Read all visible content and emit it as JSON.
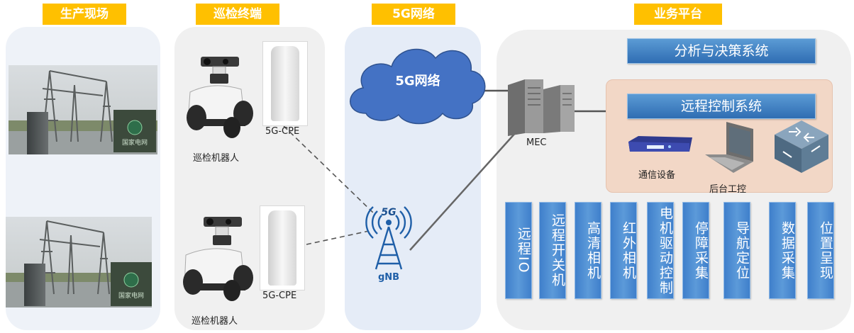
{
  "columns": {
    "site": "生产现场",
    "terminal": "巡检终端",
    "network": "5G网络",
    "platform": "业务平台"
  },
  "terminal": {
    "robot_label_top": "巡检机器人",
    "cpe_label_top": "5G-CPE",
    "robot_label_bottom": "巡检机器人",
    "cpe_label_bottom": "5G-CPE"
  },
  "network": {
    "cloud_label": "5G网络",
    "tower_badge": "5G",
    "tower_label": "gNB"
  },
  "platform": {
    "mec_label": "MEC",
    "analysis_system": "分析与决策系统",
    "remote_control_system": "远程控制系统",
    "comm_device_label": "通信设备",
    "backend_label": "后台工控",
    "modules": [
      "远程IO",
      "远程开关机",
      "高清相机",
      "红外相机",
      "电机驱动控制",
      "停障采集",
      "导航定位",
      "数据采集",
      "位置呈现"
    ]
  },
  "colors": {
    "accent": "#ffc000",
    "blue": "#4a86cc",
    "cloud": "#4472c4",
    "remote_panel": "#f2d7c6"
  }
}
